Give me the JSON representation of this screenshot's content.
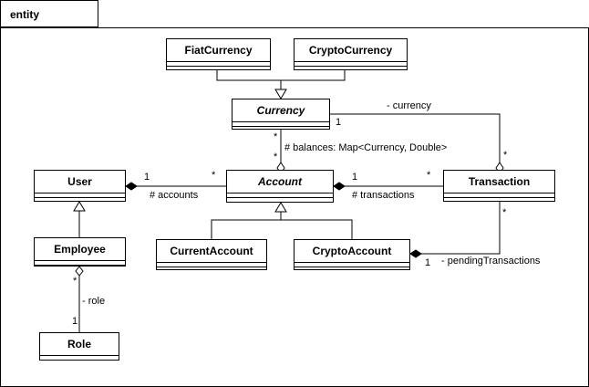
{
  "package": {
    "name": "entity"
  },
  "classes": {
    "fiat_currency": "FiatCurrency",
    "crypto_currency": "CryptoCurrency",
    "currency": "Currency",
    "user": "User",
    "account": "Account",
    "transaction": "Transaction",
    "employee": "Employee",
    "current_account": "CurrentAccount",
    "crypto_account": "CryptoAccount",
    "role": "Role"
  },
  "labels": {
    "currency_assoc": "- currency",
    "currency_mult_1": "1",
    "currency_mult_star": "*",
    "balances_star_top": "*",
    "balances": "# balances: Map<Currency, Double>",
    "balances_star_bottom": "*",
    "accounts_mult_1": "1",
    "accounts_mult_star": "*",
    "accounts": "# accounts",
    "transactions_mult_1": "1",
    "transactions_mult_star": "*",
    "transactions": "# transactions",
    "pending_star": "*",
    "pending_1": "1",
    "pending": "- pendingTransactions",
    "role_star": "*",
    "role": "- role",
    "role_1": "1"
  }
}
